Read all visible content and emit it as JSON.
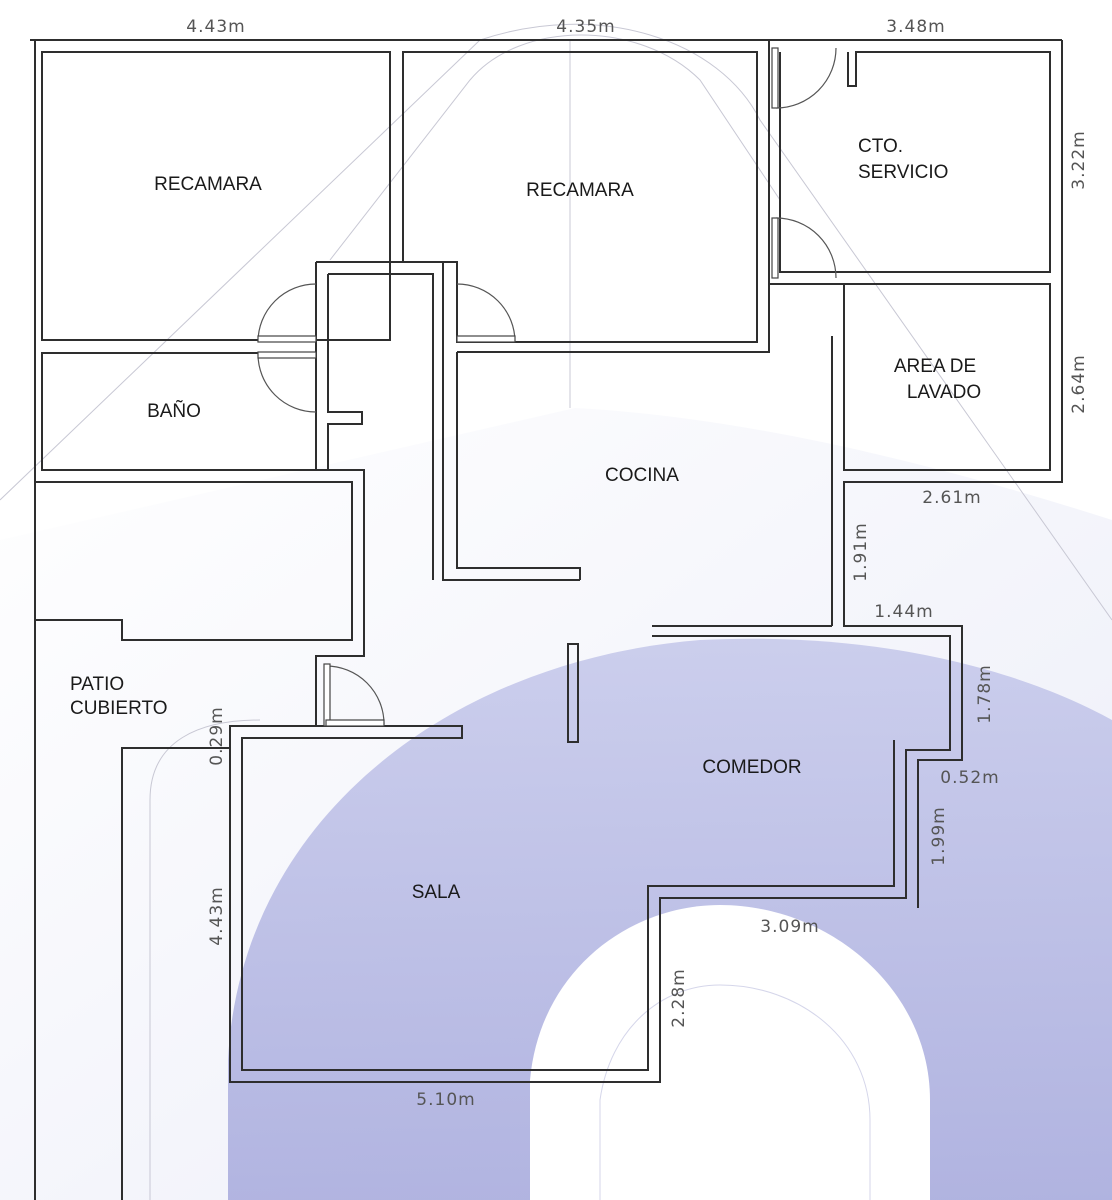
{
  "colors": {
    "background": "#ffffff",
    "wall": "#2e2e2e",
    "accent_blob": "#a9acdc",
    "accent_blob_light": "#eceef8",
    "guide_line": "#c8c8d4",
    "text": "#1a1a1a",
    "dimension_text": "#555555"
  },
  "rooms": {
    "recamara_1": "RECAMARA",
    "recamara_2": "RECAMARA",
    "cto_servicio_line1": "CTO.",
    "cto_servicio_line2": "SERVICIO",
    "area_lavado_line1": "AREA DE",
    "area_lavado_line2": "LAVADO",
    "bano": "BAÑO",
    "cocina": "COCINA",
    "patio_line1": "PATIO",
    "patio_line2": "CUBIERTO",
    "comedor": "COMEDOR",
    "sala": "SALA"
  },
  "dimensions": {
    "top_left": "4.43m",
    "top_middle": "4.35m",
    "top_right": "3.48m",
    "right_servicio": "3.22m",
    "right_lavado": "2.64m",
    "lavado_bottom": "2.61m",
    "left_of_lavado": "1.91m",
    "notch_top": "1.44m",
    "comedor_right": "1.78m",
    "step_right": "0.52m",
    "lower_right": "1.99m",
    "sala_notch_bottom": "3.09m",
    "sala_inner_right": "2.28m",
    "sala_bottom": "5.10m",
    "sala_left": "4.43m",
    "patio_step": "0.29m"
  }
}
